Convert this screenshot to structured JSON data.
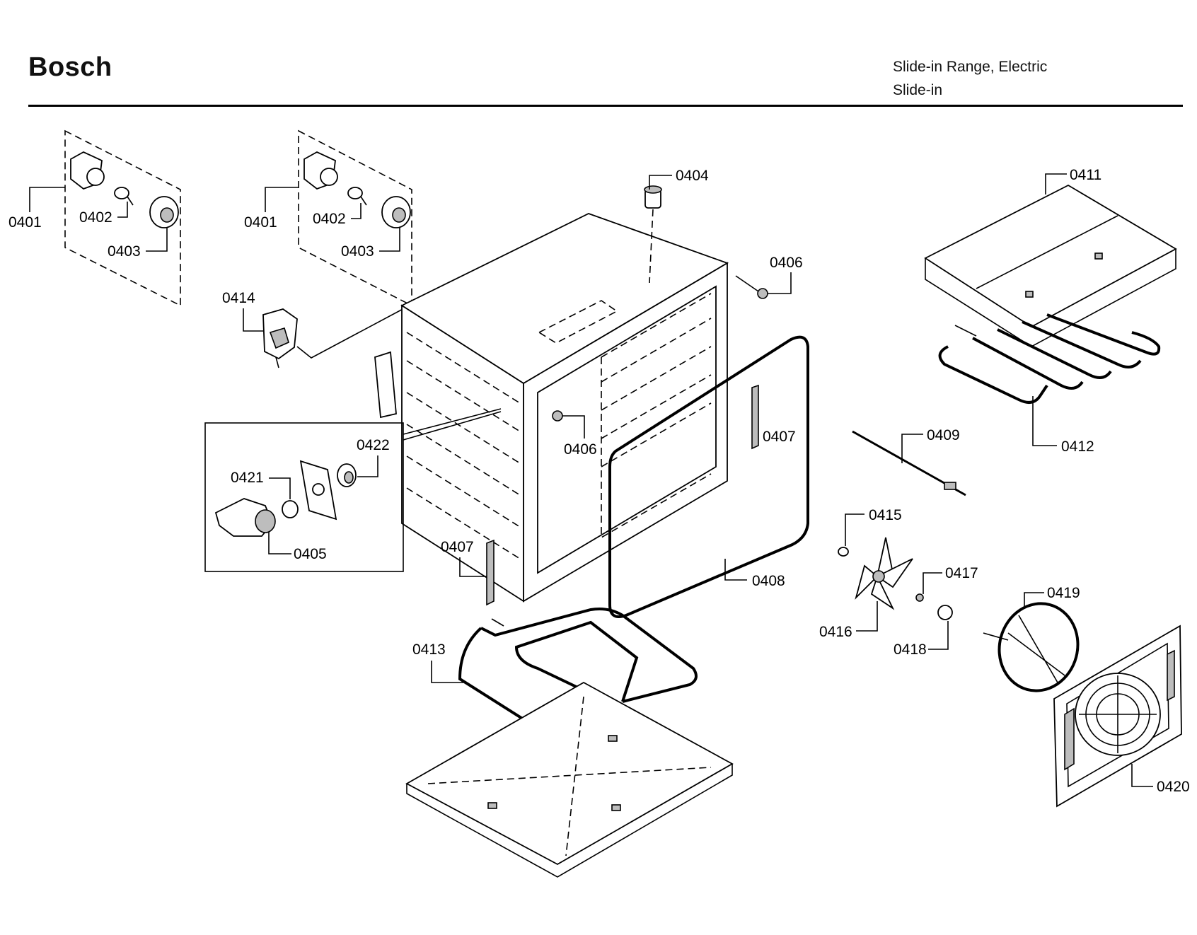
{
  "header": {
    "brand": "Bosch",
    "product_line1": "Slide-in Range, Electric",
    "product_line2": "Slide-in"
  },
  "callouts": {
    "p0401a": "0401",
    "p0402a": "0402",
    "p0403a": "0403",
    "p0401b": "0401",
    "p0402b": "0402",
    "p0403b": "0403",
    "p0404": "0404",
    "p0406a": "0406",
    "p0406b": "0406",
    "p0411": "0411",
    "p0412": "0412",
    "p0414": "0414",
    "p0422": "0422",
    "p0421": "0421",
    "p0405": "0405",
    "p0407a": "0407",
    "p0407b": "0407",
    "p0409": "0409",
    "p0415": "0415",
    "p0416": "0416",
    "p0417": "0417",
    "p0418": "0418",
    "p0419": "0419",
    "p0408": "0408",
    "p0413": "0413",
    "p0420": "0420"
  }
}
